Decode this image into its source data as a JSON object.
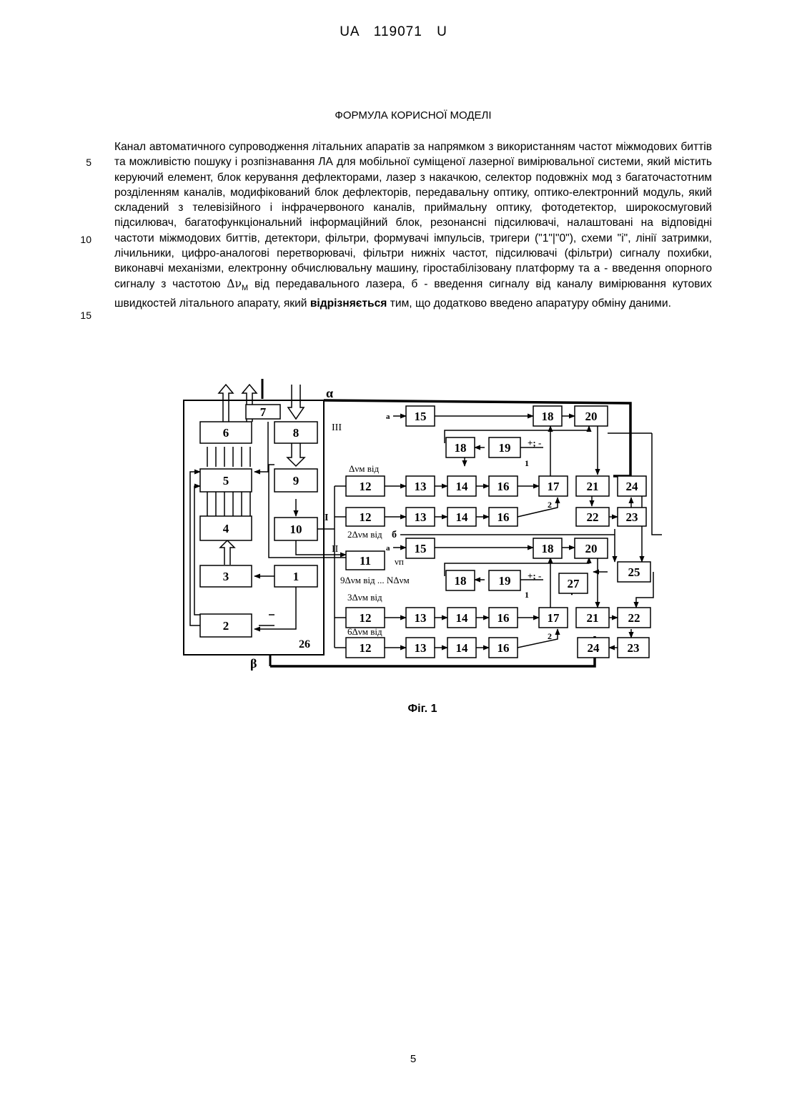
{
  "header": {
    "patent_no": "UA   119071   U"
  },
  "section_title": "ФОРМУЛА КОРИСНОЇ МОДЕЛІ",
  "line_numbers": [
    "5",
    "10",
    "15"
  ],
  "claim": {
    "part1": "Канал автоматичного супроводження літальних апаратів за напрямком з використанням частот міжмодових биттів та можливістю пошуку і розпізнавання ЛА для мобільної суміщеної лазерної вимірювальної системи, який містить керуючий елемент, блок керування дефлекторами, лазер з накачкою, селектор подовжніх мод з багаточастотним розділенням каналів, модифікований блок дефлекторів, передавальну оптику, оптико-електронний модуль, який складений з телевізійного і інфрачервоного каналів, приймальну оптику, фотодетектор, широкосмуговий підсилювач, багатофункціональний інформаційний блок, резонансні підсилювачі, налаштовані на відповідні частоти міжмодових биттів, детектори, фільтри, формувачі імпульсів, тригери (\"1\"|\"0\"), схеми \"і\", лінії затримки, лічильники, цифро-аналогові перетворювачі, фільтри нижніх частот, підсилювачі (фільтри) сигналу похибки, виконавчі механізми, електронну обчислювальну машину, гіростабілізовану платформу та а - введення опорного сигналу з частотою",
    "symbol": "Δν",
    "symbol_sub": "М",
    "part2": " від передавального лазера, б - введення сигналу від каналу вимірювання кутових швидкостей літального апарату, який ",
    "bold": "відрізняється",
    "part3": " тим, що додатково введено апаратуру обміну даними."
  },
  "figure": {
    "blocks": {
      "b1": "1",
      "b2": "2",
      "b3": "3",
      "b4": "4",
      "b5": "5",
      "b6": "6",
      "b7": "7",
      "b8": "8",
      "b9": "9",
      "b10": "10",
      "b11": "11",
      "b15a": "15",
      "b18a": "18",
      "b20a": "20",
      "b18b": "18",
      "b19a": "19",
      "b12a": "12",
      "b13a": "13",
      "b14a": "14",
      "b16a": "16",
      "b17a": "17",
      "b21a": "21",
      "b24a": "24",
      "b12b": "12",
      "b13b": "13",
      "b14b": "14",
      "b16b": "16",
      "b22a": "22",
      "b23a": "23",
      "b15b": "15",
      "b18c": "18",
      "b20b": "20",
      "b25": "25",
      "b18d": "18",
      "b19b": "19",
      "b27": "27",
      "b12c": "12",
      "b13c": "13",
      "b14c": "14",
      "b16c": "16",
      "b17b": "17",
      "b21b": "21",
      "b22b": "22",
      "b12d": "12",
      "b13d": "13",
      "b14d": "14",
      "b16d": "16",
      "b24b": "24",
      "b23b": "23"
    },
    "labels": {
      "alpha": "α",
      "beta": "β",
      "n26": "26",
      "roman1": "I",
      "roman2": "II",
      "roman3": "III",
      "a1": "a",
      "a2": "a",
      "b_label": "б",
      "f1": "Δνм від",
      "f2": "2Δνм від",
      "fn": "νп",
      "f9": "9Δνм від ... NΔνм",
      "f3": "3Δνм від",
      "f6": "6Δνм від",
      "pm1": "+; -",
      "pm2": "+; -",
      "one1": "1",
      "two1": "2",
      "one2": "1",
      "two2": "2"
    }
  },
  "caption": "Фіг. 1",
  "page_number": "5"
}
